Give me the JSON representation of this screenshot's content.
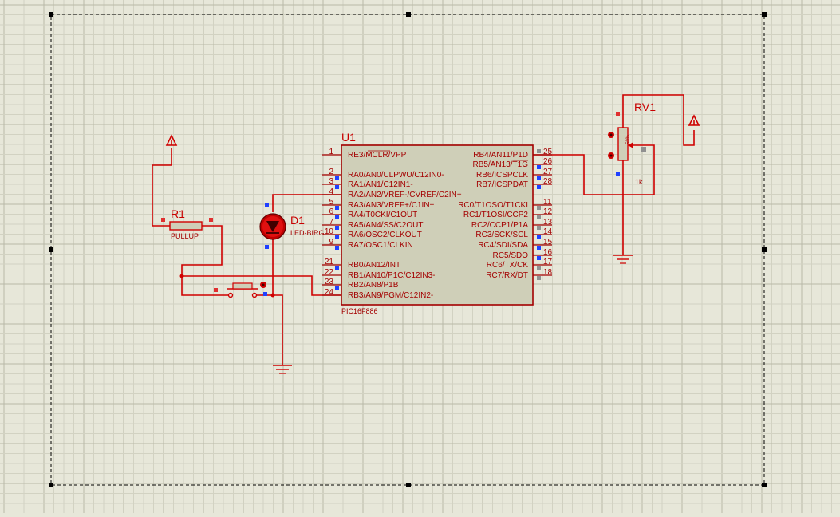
{
  "colors": {
    "background": "#e7e7d9",
    "grid_minor": "#d2d2c2",
    "grid_major": "#b9b9a8",
    "wire": "#d00000",
    "body_fill": "#cfcfb8",
    "pin_connected": "#e03030",
    "pin_unconnected": "#909090",
    "pin_blue": "#2040ff"
  },
  "mcu": {
    "ref": "U1",
    "part": "PIC16F886",
    "left_pins": [
      {
        "num": "1",
        "label": "RE3/MCLR/VPP"
      },
      {
        "num": "2",
        "label": "RA0/AN0/ULPWU/C12IN0-"
      },
      {
        "num": "3",
        "label": "RA1/AN1/C12IN1-"
      },
      {
        "num": "4",
        "label": "RA2/AN2/VREF-/CVREF/C2IN+"
      },
      {
        "num": "5",
        "label": "RA3/AN3/VREF+/C1IN+"
      },
      {
        "num": "6",
        "label": "RA4/T0CKI/C1OUT"
      },
      {
        "num": "7",
        "label": "RA5/AN4/SS/C2OUT"
      },
      {
        "num": "10",
        "label": "RA6/OSC2/CLKOUT"
      },
      {
        "num": "9",
        "label": "RA7/OSC1/CLKIN"
      },
      {
        "num": "21",
        "label": "RB0/AN12/INT"
      },
      {
        "num": "22",
        "label": "RB1/AN10/P1C/C12IN3-"
      },
      {
        "num": "23",
        "label": "RB2/AN8/P1B"
      },
      {
        "num": "24",
        "label": "RB3/AN9/PGM/C12IN2-"
      }
    ],
    "right_pins": [
      {
        "num": "25",
        "label": "RB4/AN11/P1D"
      },
      {
        "num": "26",
        "label": "RB5/AN13/T1G"
      },
      {
        "num": "27",
        "label": "RB6/ICSPCLK"
      },
      {
        "num": "28",
        "label": "RB7/ICSPDAT"
      },
      {
        "num": "11",
        "label": "RC0/T1OSO/T1CKI"
      },
      {
        "num": "12",
        "label": "RC1/T1OSI/CCP2"
      },
      {
        "num": "13",
        "label": "RC2/CCP1/P1A"
      },
      {
        "num": "14",
        "label": "RC3/SCK/SCL"
      },
      {
        "num": "15",
        "label": "RC4/SDI/SDA"
      },
      {
        "num": "16",
        "label": "RC5/SDO"
      },
      {
        "num": "17",
        "label": "RC6/TX/CK"
      },
      {
        "num": "18",
        "label": "RC7/RX/DT"
      }
    ]
  },
  "resistor": {
    "ref": "R1",
    "value": "PULLUP"
  },
  "led": {
    "ref": "D1",
    "value": "LED-BIRG"
  },
  "pot": {
    "ref": "RV1",
    "value": "1k",
    "wiper": "50%"
  }
}
